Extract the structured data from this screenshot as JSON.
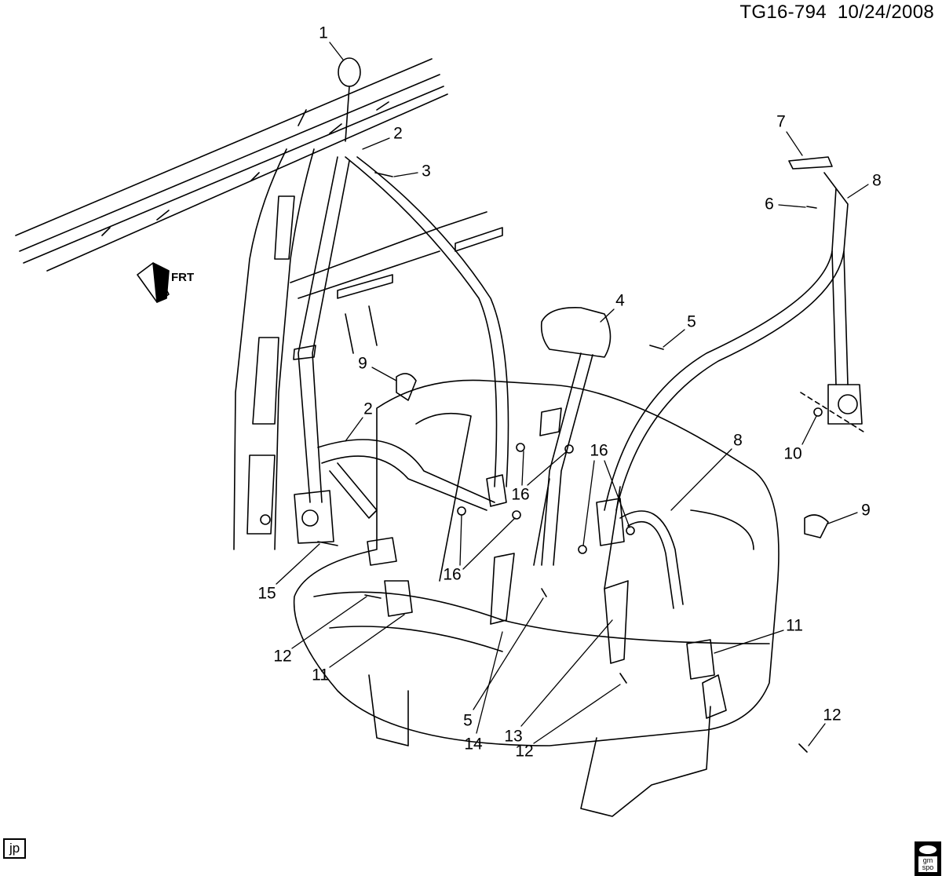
{
  "header": {
    "diagram_id": "TG16-794",
    "date": "10/24/2008"
  },
  "callouts": [
    "1",
    "2",
    "3",
    "4",
    "5",
    "6",
    "7",
    "8",
    "9",
    "10",
    "2",
    "16",
    "16",
    "16",
    "8",
    "9",
    "15",
    "12",
    "11",
    "14",
    "5",
    "13",
    "12",
    "11",
    "12"
  ],
  "direction_indicator": {
    "label": "FRT"
  },
  "footer": {
    "author_initials": "jp",
    "logo_text": "gm spo"
  }
}
